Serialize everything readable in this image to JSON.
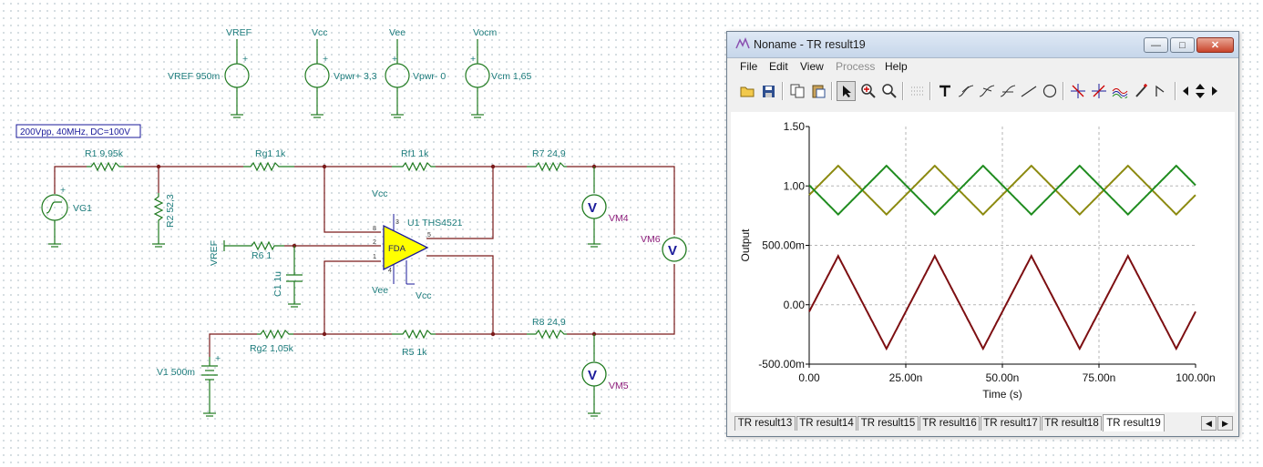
{
  "schematic": {
    "labels": {
      "vref_top": "VREF",
      "vcc_top": "Vcc",
      "vee_top": "Vee",
      "vocm_top": "Vocm",
      "vref_src": "VREF 950m",
      "vpwr_plus": "Vpwr+ 3,3",
      "vpwr_minus": "Vpwr- 0",
      "vcm": "Vcm 1,65",
      "vg_spec": "200Vpp, 40MHz, DC=100V",
      "r1": "R1 9,95k",
      "r2": "R2 52,3",
      "vg1": "VG1",
      "rg1": "Rg1 1k",
      "rf1": "Rf1 1k",
      "r7": "R7 24,9",
      "vcc_amp": "Vcc",
      "u1": "U1 THS4521",
      "fda": "FDA",
      "vref_side": "VREF",
      "r6": "R6 1",
      "c1": "C1 1u",
      "vee_amp": "Vee",
      "vcc_amp2": "Vcc",
      "rg2": "Rg2 1,05k",
      "r5": "R5 1k",
      "r8": "R8 24,9",
      "v1": "V1 500m",
      "vm4": "VM4",
      "vm5": "VM5",
      "vm6": "VM6",
      "meter": "V",
      "pin8": "8",
      "pin2": "2",
      "pin1": "1",
      "pin5": "5",
      "pin3": "3",
      "pin4": "4",
      "plus": "+"
    }
  },
  "window": {
    "title": "Noname - TR result19",
    "controls": {
      "minimize": "—",
      "maximize": "□",
      "close": "✕"
    },
    "menu": [
      {
        "label": "File",
        "enabled": true
      },
      {
        "label": "Edit",
        "enabled": true
      },
      {
        "label": "View",
        "enabled": true
      },
      {
        "label": "Process",
        "enabled": false
      },
      {
        "label": "Help",
        "enabled": true
      }
    ],
    "toolbar": [
      {
        "name": "open-icon"
      },
      {
        "name": "save-icon"
      },
      {
        "name": "copy-icon"
      },
      {
        "name": "paste-icon"
      },
      {
        "name": "pointer-icon",
        "pressed": true
      },
      {
        "name": "zoom-in-icon"
      },
      {
        "name": "zoom-100-icon"
      },
      {
        "name": "grid-icon"
      },
      {
        "name": "text-icon"
      },
      {
        "name": "cursor-a-icon"
      },
      {
        "name": "cursor-b-icon"
      },
      {
        "name": "tangent-icon"
      },
      {
        "name": "line-icon"
      },
      {
        "name": "circle-icon"
      },
      {
        "name": "marker-a-icon"
      },
      {
        "name": "marker-b-icon"
      },
      {
        "name": "curves-icon"
      },
      {
        "name": "pen-icon"
      },
      {
        "name": "step-icon"
      },
      {
        "name": "scroll-left-icon"
      },
      {
        "name": "scroll-updown-icon"
      },
      {
        "name": "scroll-right-icon"
      }
    ],
    "tabs": [
      "TR result13",
      "TR result14",
      "TR result15",
      "TR result16",
      "TR result17",
      "TR result18",
      "TR result19"
    ],
    "active_tab": "TR result19",
    "tab_nav": {
      "left": "◀",
      "right": "▶"
    }
  },
  "chart_data": {
    "type": "line",
    "xlabel": "Time (s)",
    "ylabel": "Output",
    "xlim": [
      0,
      1e-07
    ],
    "ylim": [
      -0.5,
      1.5
    ],
    "x_ticks": [
      0,
      2.5e-08,
      5e-08,
      7.5e-08,
      1e-07
    ],
    "x_tick_labels": [
      "0.00",
      "25.00n",
      "50.00n",
      "75.00n",
      "100.00n"
    ],
    "y_ticks": [
      -0.5,
      0,
      0.5,
      1.0,
      1.5
    ],
    "y_tick_labels": [
      "-500.00m",
      "0.00",
      "500.00m",
      "1.00",
      "1.50"
    ],
    "grid": true,
    "series": [
      {
        "color": "#8c8a10",
        "shape": "triangle",
        "period_ns": 25,
        "mid": 0.965,
        "amp": 0.205,
        "peak_ns": 7.5
      },
      {
        "color": "#1f8c1f",
        "shape": "triangle",
        "period_ns": 25,
        "mid": 0.965,
        "amp": 0.205,
        "peak_ns": 20
      },
      {
        "color": "#7d0f12",
        "shape": "triangle",
        "period_ns": 25,
        "mid": 0.02,
        "amp": 0.39,
        "peak_ns": 7.5
      }
    ]
  }
}
